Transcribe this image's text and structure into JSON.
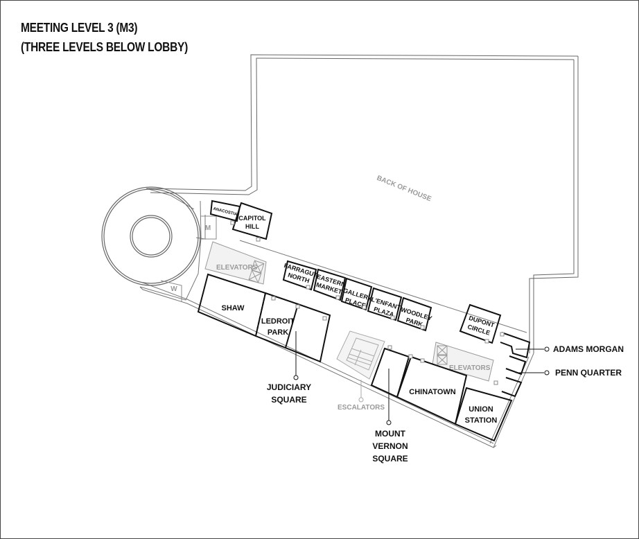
{
  "header": {
    "title": "MEETING LEVEL 3 (M3)",
    "subtitle": "(THREE LEVELS BELOW LOBBY)"
  },
  "areas": {
    "back_of_house": "BACK OF HOUSE",
    "elevators_left": "ELEVATORS",
    "elevators_right": "ELEVATORS",
    "escalators": "ESCALATORS",
    "restroom_men": "M",
    "restroom_women": "W"
  },
  "rooms": {
    "anacostia": "ANACOSTIA",
    "capitol_hill": [
      "CAPITOL",
      "HILL"
    ],
    "farragut_north": [
      "FARRAGUT",
      "NORTH"
    ],
    "eastern_market": [
      "EASTERN",
      "MARKET"
    ],
    "gallery_place": [
      "GALLERY",
      "PLACE"
    ],
    "lenfant_plaza": [
      "L'ENFANT",
      "PLAZA"
    ],
    "woodley_park": [
      "WOODLEY",
      "PARK"
    ],
    "dupont_circle": [
      "DUPONT",
      "CIRCLE"
    ],
    "shaw": "SHAW",
    "ledroit_park": [
      "LEDROIT",
      "PARK"
    ],
    "chinatown": "CHINATOWN",
    "union_station": [
      "UNION",
      "STATION"
    ]
  },
  "callouts": {
    "adams_morgan": "ADAMS MORGAN",
    "penn_quarter": "PENN QUARTER",
    "judiciary_square": [
      "JUDICIARY",
      "SQUARE"
    ],
    "mount_vernon_square": [
      "MOUNT",
      "VERNON",
      "SQUARE"
    ]
  },
  "colors": {
    "wall": "#111111",
    "outline": "#666666",
    "grey_text": "#9a9a9a",
    "fill_light": "#f0f0f0"
  }
}
